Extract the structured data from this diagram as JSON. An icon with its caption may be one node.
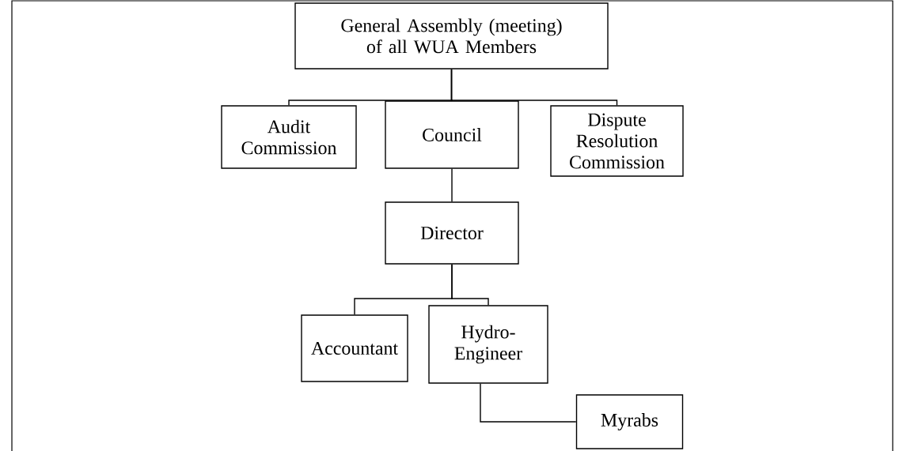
{
  "diagram": {
    "nodes": [
      {
        "text": [
          "General Assembly (meeting) of all WUA Members"
        ]
      },
      {
        "text": [
          "Audit Commission"
        ]
      },
      {
        "text": [
          "Council"
        ]
      },
      {
        "text": [
          "Dispute Resolution Commission"
        ]
      },
      {
        "text": [
          "Director"
        ]
      },
      {
        "text": [
          "Accountant"
        ]
      },
      {
        "text": [
          "Hydro-Engineer"
        ]
      },
      {
        "text": [
          "Myrabs"
        ]
      }
    ],
    "edges": [
      {
        "from": 0,
        "to": 1,
        "arrow": "none"
      },
      {
        "from": 0,
        "to": 2,
        "arrow": "none"
      },
      {
        "from": 0,
        "to": 3,
        "arrow": "none"
      },
      {
        "from": 2,
        "to": 4,
        "arrow": "none"
      },
      {
        "from": 4,
        "to": 5,
        "arrow": "none"
      },
      {
        "from": 4,
        "to": 6,
        "arrow": "none"
      },
      {
        "from": 6,
        "to": 7,
        "arrow": "none"
      }
    ]
  }
}
